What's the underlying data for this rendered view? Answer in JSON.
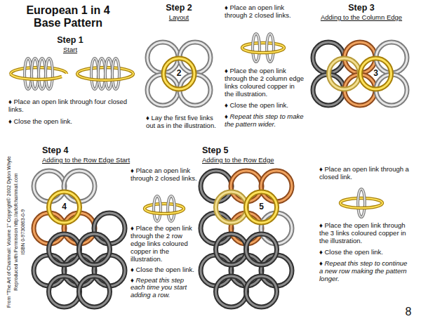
{
  "diagram": {
    "title": "European 1 in 4 Base Pattern",
    "labels": [
      "Step 1",
      "Start",
      "♦ Place an open link through four closed links.",
      "♦ Close the open link.",
      "Step 2",
      "Layout",
      "2",
      "♦ Lay the first five links out as in the illustration.",
      "♦ Place an open link through 2 closed links.",
      "♦ Place the open link through the 2 column edge links coloured copper in the illustration.",
      "♦ Close the open link.",
      "♦ Repeat this step to make the pattern wider.",
      "Step 3",
      "Adding to the Column Edge",
      "3",
      "Step 4",
      "Adding to the Row Edge Start",
      "4",
      "From \"The Art of Chainmail: Volume 1\" Copyright© 2002 Dylon Whyte",
      "Reproduced with Permission http://artofchainmail.com",
      "ISBN 0-9730863-0-9",
      "♦ Place an open link through 2 closed links.",
      "♦ Place the open link through the 2 row edge links coloured copper in the illustration.",
      "♦ Close the open link.",
      "♦ Repeat this step each time you start adding a row.",
      "Step 5",
      "Adding to the Row Edge",
      "5",
      "♦ Place an open link through a closed link.",
      "♦ Place the open link through the 3 links coloured copper in the illustration.",
      "♦ Close the open link.",
      "♦ Repeat this step to continue a new row making the pattern longer.",
      "8"
    ]
  }
}
